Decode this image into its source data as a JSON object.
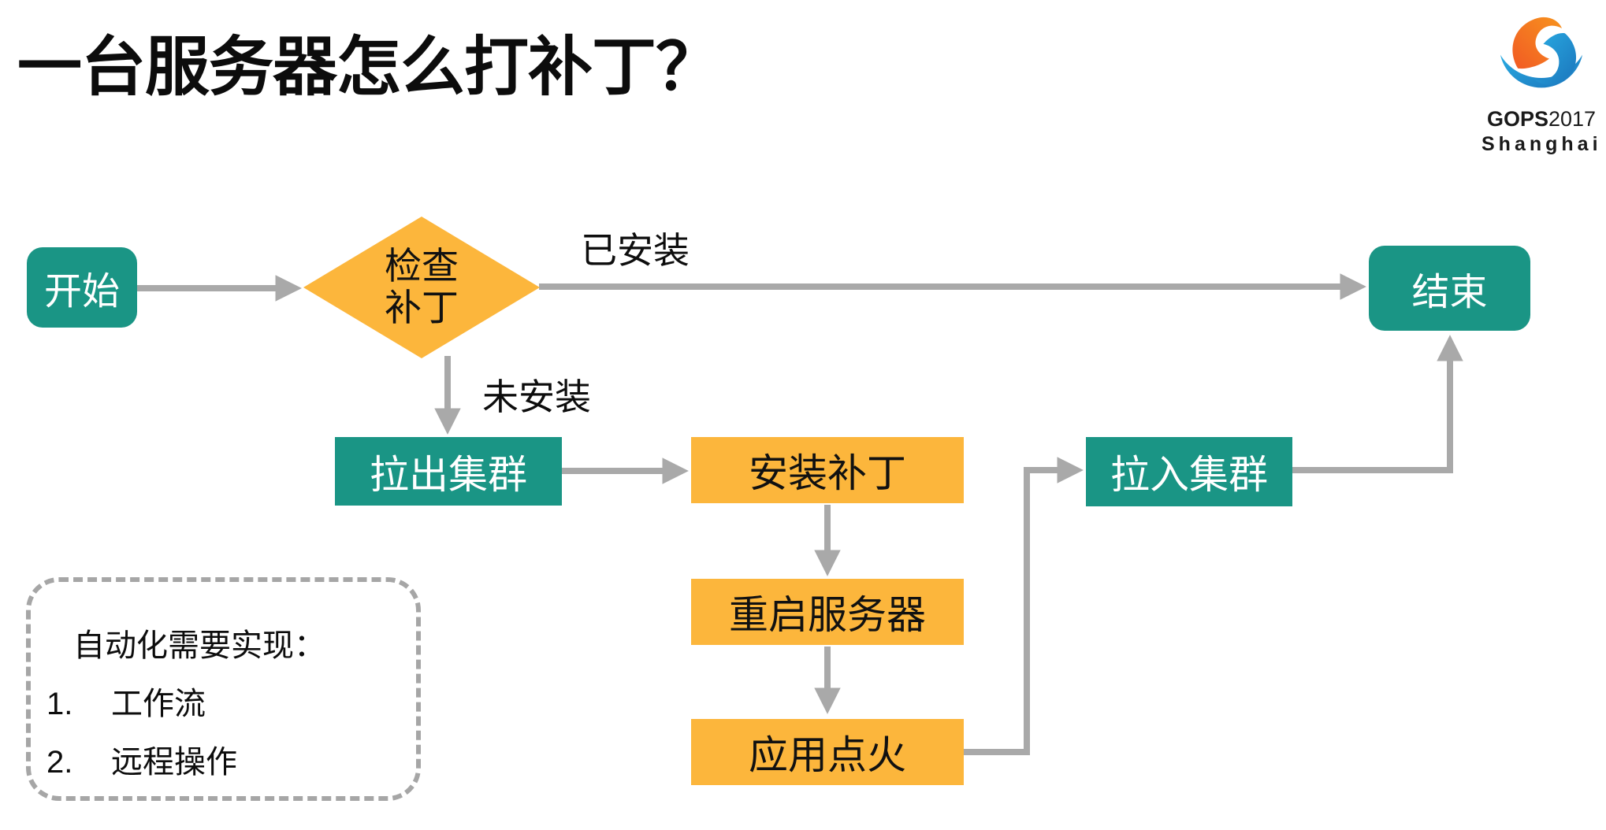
{
  "title": "一台服务器怎么打补丁？",
  "logo": {
    "line1_bold": "GOPS",
    "line1_rest": "2017",
    "line2": "Shanghai"
  },
  "colors": {
    "node_green": "#1a9585",
    "node_yellow": "#fcb63c",
    "connector_gray": "#a9a9a9",
    "note_border_gray": "#a6a6a6",
    "logo_orange": "#f15a24",
    "logo_blue": "#29abe2"
  },
  "flowchart": {
    "nodes": {
      "start": {
        "label": "开始"
      },
      "decision": {
        "line1": "检查",
        "line2": "补丁"
      },
      "end": {
        "label": "结束"
      },
      "pull_out": {
        "label": "拉出集群"
      },
      "install": {
        "label": "安装补丁"
      },
      "restart": {
        "label": "重启服务器"
      },
      "ignite": {
        "label": "应用点火"
      },
      "pull_in": {
        "label": "拉入集群"
      }
    },
    "edge_labels": {
      "installed": "已安装",
      "not_installed": "未安装"
    }
  },
  "note": {
    "heading": "自动化需要实现：",
    "items": [
      {
        "num": "1.",
        "text": "工作流"
      },
      {
        "num": "2.",
        "text": "远程操作"
      }
    ]
  }
}
